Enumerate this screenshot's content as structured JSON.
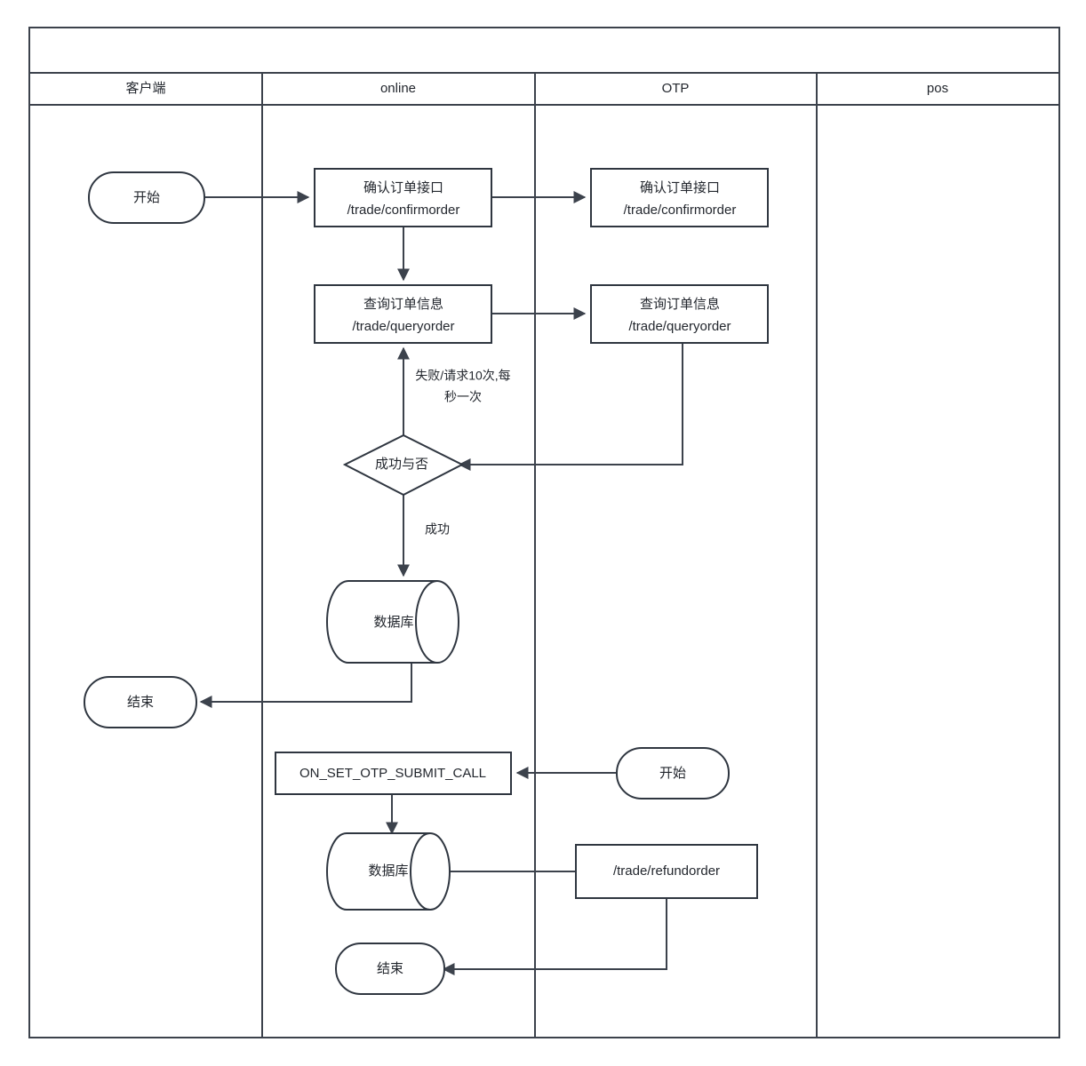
{
  "diagram": {
    "type": "swimlane-flowchart",
    "title_bar": "",
    "colors": {
      "stroke": "#3c424c",
      "shape_stroke": "#2f3640",
      "fill": "#ffffff",
      "text": "#23272e"
    },
    "lanes": [
      {
        "id": "lane-client",
        "label": "客户端"
      },
      {
        "id": "lane-online",
        "label": "online"
      },
      {
        "id": "lane-otp",
        "label": "OTP"
      },
      {
        "id": "lane-pos",
        "label": "pos"
      }
    ],
    "nodes": [
      {
        "id": "n-start-1",
        "lane": "lane-client",
        "shape": "terminator",
        "label": "开始"
      },
      {
        "id": "n-confirm-online",
        "lane": "lane-online",
        "shape": "process",
        "label_line1": "确认订单接口",
        "label_line2": "/trade/confirmorder"
      },
      {
        "id": "n-confirm-otp",
        "lane": "lane-otp",
        "shape": "process",
        "label_line1": "确认订单接口",
        "label_line2": "/trade/confirmorder"
      },
      {
        "id": "n-query-online",
        "lane": "lane-online",
        "shape": "process",
        "label_line1": "查询订单信息",
        "label_line2": "/trade/queryorder"
      },
      {
        "id": "n-query-otp",
        "lane": "lane-otp",
        "shape": "process",
        "label_line1": "查询订单信息",
        "label_line2": "/trade/queryorder"
      },
      {
        "id": "n-decision",
        "lane": "lane-online",
        "shape": "decision",
        "label": "成功与否"
      },
      {
        "id": "n-db-1",
        "lane": "lane-online",
        "shape": "database",
        "label": "数据库"
      },
      {
        "id": "n-end-1",
        "lane": "lane-client",
        "shape": "terminator",
        "label": "结束"
      },
      {
        "id": "n-otp-callback",
        "lane": "lane-online",
        "shape": "process",
        "label": "ON_SET_OTP_SUBMIT_CALL"
      },
      {
        "id": "n-start-2",
        "lane": "lane-otp",
        "shape": "terminator",
        "label": "开始"
      },
      {
        "id": "n-db-2",
        "lane": "lane-online",
        "shape": "database",
        "label": "数据库"
      },
      {
        "id": "n-refund",
        "lane": "lane-otp",
        "shape": "process",
        "label": "/trade/refundorder"
      },
      {
        "id": "n-end-2",
        "lane": "lane-online",
        "shape": "terminator",
        "label": "结束"
      }
    ],
    "edges": [
      {
        "id": "e-start1-confirm",
        "from": "n-start-1",
        "to": "n-confirm-online",
        "label": ""
      },
      {
        "id": "e-confirm-confirmotp",
        "from": "n-confirm-online",
        "to": "n-confirm-otp",
        "label": ""
      },
      {
        "id": "e-confirm-query",
        "from": "n-confirm-online",
        "to": "n-query-online",
        "label": ""
      },
      {
        "id": "e-query-queryotp",
        "from": "n-query-online",
        "to": "n-query-otp",
        "label": ""
      },
      {
        "id": "e-queryotp-decision",
        "from": "n-query-otp",
        "to": "n-decision",
        "label": ""
      },
      {
        "id": "e-decision-query-retry",
        "from": "n-decision",
        "to": "n-query-online",
        "label_line1": "失败/请求10次,每",
        "label_line2": "秒一次"
      },
      {
        "id": "e-decision-db",
        "from": "n-decision",
        "to": "n-db-1",
        "label": "成功"
      },
      {
        "id": "e-db-end1",
        "from": "n-db-1",
        "to": "n-end-1",
        "label": ""
      },
      {
        "id": "e-start2-callback",
        "from": "n-start-2",
        "to": "n-otp-callback",
        "label": ""
      },
      {
        "id": "e-callback-db2",
        "from": "n-otp-callback",
        "to": "n-db-2",
        "label": ""
      },
      {
        "id": "e-db2-refund",
        "from": "n-db-2",
        "to": "n-refund",
        "label": ""
      },
      {
        "id": "e-refund-end2",
        "from": "n-refund",
        "to": "n-end-2",
        "label": ""
      }
    ]
  }
}
